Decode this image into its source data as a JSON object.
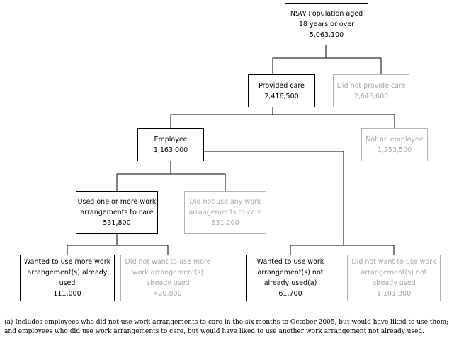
{
  "nodes": {
    "root": {
      "lines": [
        "NSW Population aged",
        "18 years or over",
        "5,063,100"
      ]
    },
    "provided_care": {
      "lines": [
        "Provided care",
        "2,416,500"
      ]
    },
    "not_provide_care": {
      "lines": [
        "Did not provide care",
        "2,646,600"
      ]
    },
    "employee": {
      "lines": [
        "Employee",
        "1,163,000"
      ]
    },
    "not_employee": {
      "lines": [
        "Not an employee",
        "1,253,500"
      ]
    },
    "used_arrangements": {
      "lines": [
        "Used one or more work",
        "arrangements to care",
        "531,800"
      ]
    },
    "not_used_arrangements": {
      "lines": [
        "Did not use any work",
        "arrangements to care",
        "631,200"
      ]
    },
    "wanted_more": {
      "lines": [
        "Wanted to use more work",
        "arrangement(s) already",
        "used",
        "111,000"
      ]
    },
    "not_want_more": {
      "lines": [
        "Did not want to use more",
        "work arrangement(s)",
        "already used",
        "420,800"
      ]
    },
    "wanted_not_used": {
      "lines": [
        "Wanted to use work",
        "arrangement(s) not",
        "already used(a)",
        "61,700"
      ]
    },
    "not_want_not_used": {
      "lines": [
        "Did not want to use work",
        "arrangement(s) not",
        "already used",
        "1,101,300"
      ]
    }
  },
  "footnote": "(a) Includes employees who did not use work arrangements to care in the six months to October 2005, but would have liked to use them; and employees who did use work arrangements to care, but would have liked to use another work arrangement not already used."
}
